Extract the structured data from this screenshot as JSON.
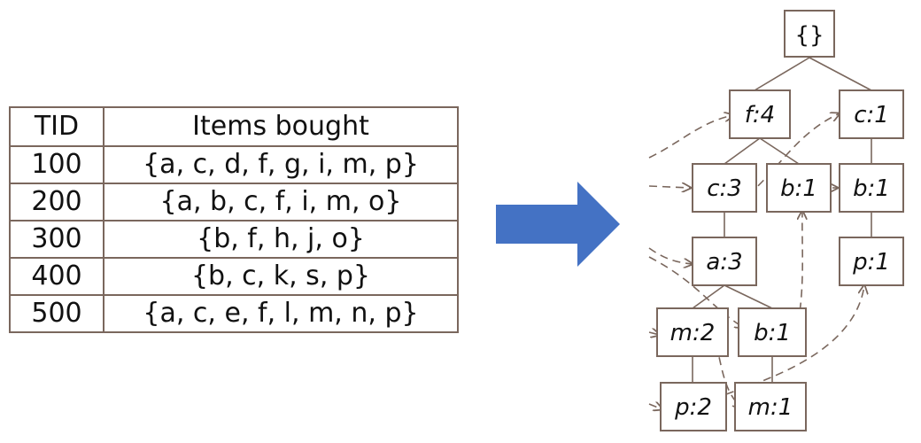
{
  "table": {
    "headers": {
      "tid": "TID",
      "items": "Items bought"
    },
    "rows": [
      {
        "tid": "100",
        "items": "{a, c, d, f, g, i, m, p}"
      },
      {
        "tid": "200",
        "items": "{a, b, c, f, i, m, o}"
      },
      {
        "tid": "300",
        "items": "{b, f, h, j, o}"
      },
      {
        "tid": "400",
        "items": "{b, c, k, s, p}"
      },
      {
        "tid": "500",
        "items": "{a, c, e, f, l, m, n, p}"
      }
    ]
  },
  "arrow": {
    "color": "#4472c4"
  },
  "tree": {
    "line_color": "#7a675d",
    "nodes": {
      "root": "{}",
      "f4": "f:4",
      "c1_right": "c:1",
      "c3": "c:3",
      "b1_mid": "b:1",
      "b1_right": "b:1",
      "a3": "a:3",
      "p1_right": "p:1",
      "m2": "m:2",
      "b1_low": "b:1",
      "p2": "p:2",
      "m1": "m:1"
    }
  }
}
